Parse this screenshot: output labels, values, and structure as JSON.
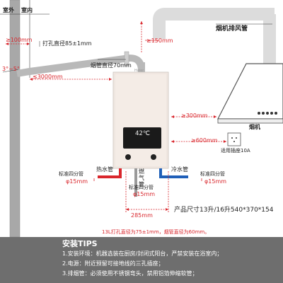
{
  "labels": {
    "outdoor": "室外",
    "indoor": "室内",
    "hood_duct": "烟机排风管",
    "hood": "烟机",
    "d100": "≥100mm",
    "hole_dia": "打孔直径85±1mm",
    "d150": "≥150mm",
    "flue_dia": "烟管直径70mm",
    "slope": "3°~5°",
    "d3000": "≤3000mm",
    "d300": "≥300mm",
    "d600": "≥600mm",
    "socket": "适用插座10A",
    "std_left": "标准四分管",
    "dia_left": "φ15mm",
    "hot_pipe": "热水管",
    "gas_pipe": "燃气管",
    "cold_pipe": "冷水管",
    "std_right": "标准四分管",
    "dia_right": "φ15mm",
    "std_mid": "标准四分管",
    "dia_mid": "φ15mm",
    "d285": "285mm",
    "product_size": "产品尺寸13升/16升540*370*154",
    "note": "13L打孔直径为75±1mm，烟管直径为60mm。"
  },
  "heater": {
    "brand": "Haier",
    "display": "42℃"
  },
  "tips": {
    "title": "安装TIPS",
    "line1": "1.安装环境：机器选装在厨房/封闭式阳台，严禁安装在浴室内；",
    "line2": "2.电源：附近预留可接地线的三孔插座；",
    "line3": "3.排烟管：必须使用不锈钢弯头，禁用铝箔伸缩软管；"
  },
  "colors": {
    "accent_red": "#d9262c",
    "hot_water": "#d9262c",
    "cold_water": "#1f5fb8",
    "tips_bg": "#6e6e6e"
  }
}
